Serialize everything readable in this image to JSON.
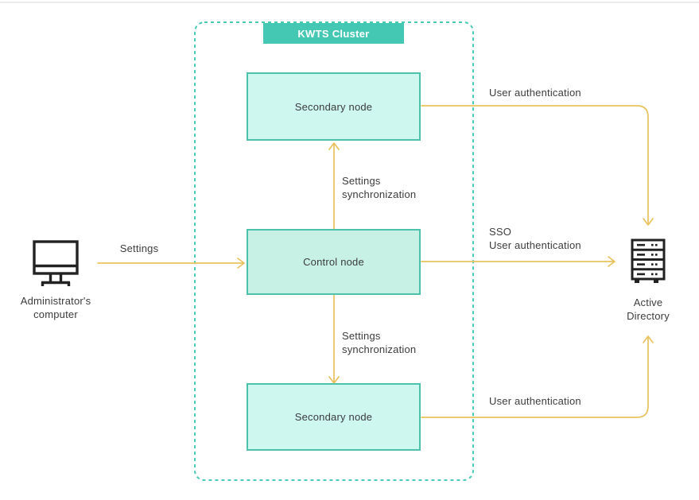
{
  "diagram": {
    "cluster": {
      "label": "KWTS Cluster"
    },
    "nodes": {
      "secondary_top": {
        "label": "Secondary node"
      },
      "control": {
        "label": "Control node"
      },
      "secondary_bottom": {
        "label": "Secondary node"
      }
    },
    "actors": {
      "admin_computer": {
        "icon": "monitor-icon",
        "lines": [
          "Administrator's",
          "computer"
        ]
      },
      "active_directory": {
        "icon": "server-icon",
        "lines": [
          "Active",
          "Directory"
        ]
      }
    },
    "edges": {
      "settings": {
        "label": "Settings"
      },
      "sync_top": {
        "lines": [
          "Settings",
          "synchronization"
        ]
      },
      "sync_bottom": {
        "lines": [
          "Settings",
          "synchronization"
        ]
      },
      "user_auth_top": {
        "label": "User authentication"
      },
      "sso": {
        "lines": [
          "SSO",
          "User authentication"
        ]
      },
      "user_auth_bottom": {
        "label": "User authentication"
      }
    },
    "colors": {
      "accent_teal": "#44c8b3",
      "node_border": "#4cc2ad",
      "node_fill_secondary": "#cdf7ef",
      "node_fill_control": "#c6f1e4",
      "arrow_gold": "#e9c25e",
      "icon_dark": "#222222",
      "text": "#3c3c3c",
      "top_rule": "#ececec"
    }
  }
}
